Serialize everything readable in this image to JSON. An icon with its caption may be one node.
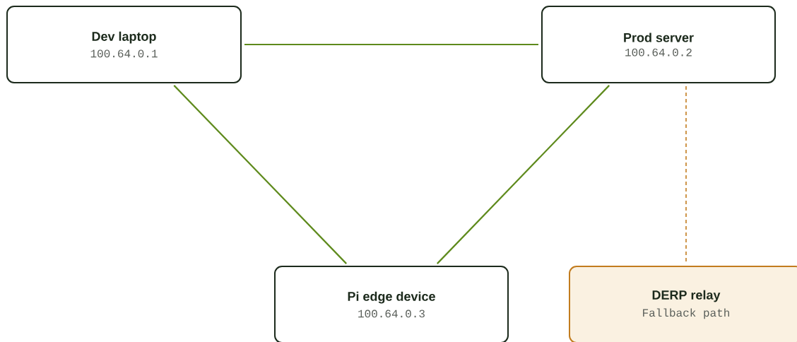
{
  "diagram": {
    "nodes": [
      {
        "text": [
          "Dev laptop",
          "100.64.0.1"
        ]
      },
      {
        "text": [
          "Prod server",
          "100.64.0.2"
        ]
      },
      {
        "text": [
          "Pi edge device",
          "100.64.0.3"
        ]
      },
      {
        "text": [
          "DERP relay",
          "Fallback path"
        ]
      }
    ],
    "edges": [
      {
        "from": 0,
        "to": 1,
        "arrow": "none"
      },
      {
        "from": 0,
        "to": 2,
        "arrow": "none"
      },
      {
        "from": 1,
        "to": 2,
        "arrow": "none"
      },
      {
        "from": 1,
        "to": 3,
        "arrow": "none",
        "style": "dashed",
        "color": "#c27c1e"
      }
    ]
  }
}
